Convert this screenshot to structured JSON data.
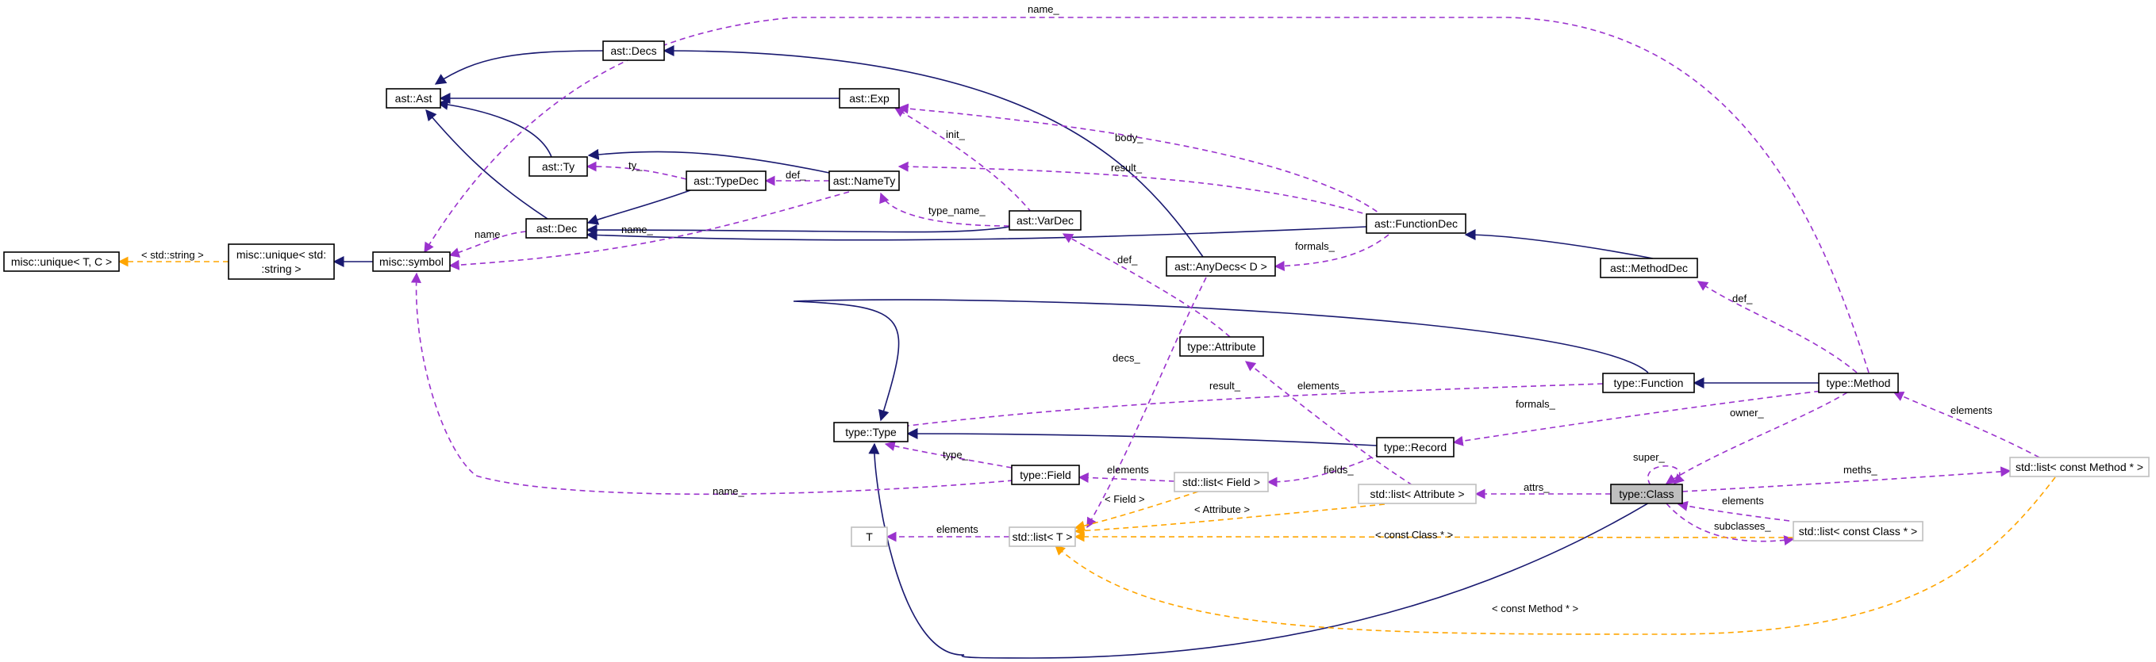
{
  "nodes": {
    "ast_decs": "ast::Decs",
    "ast_ast": "ast::Ast",
    "ast_exp": "ast::Exp",
    "ast_ty": "ast::Ty",
    "ast_typedec": "ast::TypeDec",
    "ast_namety": "ast::NameTy",
    "ast_dec": "ast::Dec",
    "ast_vardec": "ast::VarDec",
    "ast_functiondec": "ast::FunctionDec",
    "ast_anydecs": "ast::AnyDecs< D >",
    "ast_methoddec": "ast::MethodDec",
    "misc_unique": "misc::unique< T, C >",
    "misc_unique_string_1": "misc::unique< std:",
    "misc_unique_string_2": ":string >",
    "misc_symbol": "misc::symbol",
    "type_attribute": "type::Attribute",
    "type_function": "type::Function",
    "type_method": "type::Method",
    "type_type": "type::Type",
    "type_record": "type::Record",
    "type_field": "type::Field",
    "std_list_field": "std::list< Field >",
    "std_list_attribute": "std::list< Attribute >",
    "type_class": "type::Class",
    "std_list_method": "std::list< const Method * >",
    "t": "T",
    "std_list_t": "std::list< T >",
    "std_list_class": "std::list< const Class * >"
  },
  "edge_labels": {
    "name_top": "name_",
    "init": "init_",
    "body": "body_",
    "result_fd": "result_",
    "ty": "ty_",
    "def_typedec": "def_",
    "type_name": "type_name_",
    "name_dec": "name",
    "name_namety": "name_",
    "std_string": "< std::string >",
    "formals_fd": "formals_",
    "def_vardec": "def_",
    "def_methoddec": "def_",
    "decs": "decs_",
    "elements_attr": "elements_",
    "result_fn": "result_",
    "formals_rec": "formals_",
    "owner": "owner_",
    "elements_method": "elements",
    "super": "super_",
    "type_field": "type_",
    "elements_field": "elements",
    "fields": "fields_",
    "attrs": "attrs_",
    "meths": "meths_",
    "name_field": "name_",
    "tmpl_field": "< Field >",
    "tmpl_attribute": "< Attribute >",
    "elements_t": "elements",
    "tmpl_class": "< const Class * >",
    "elements_class": "elements",
    "subclasses": "subclasses_",
    "tmpl_method": "< const Method * >"
  },
  "colors": {
    "inheritance": "#191970",
    "usage": "#9a32cd",
    "template": "#ffa500",
    "focus_fill": "#bfbfbf",
    "grey_border": "#bfbfbf"
  }
}
